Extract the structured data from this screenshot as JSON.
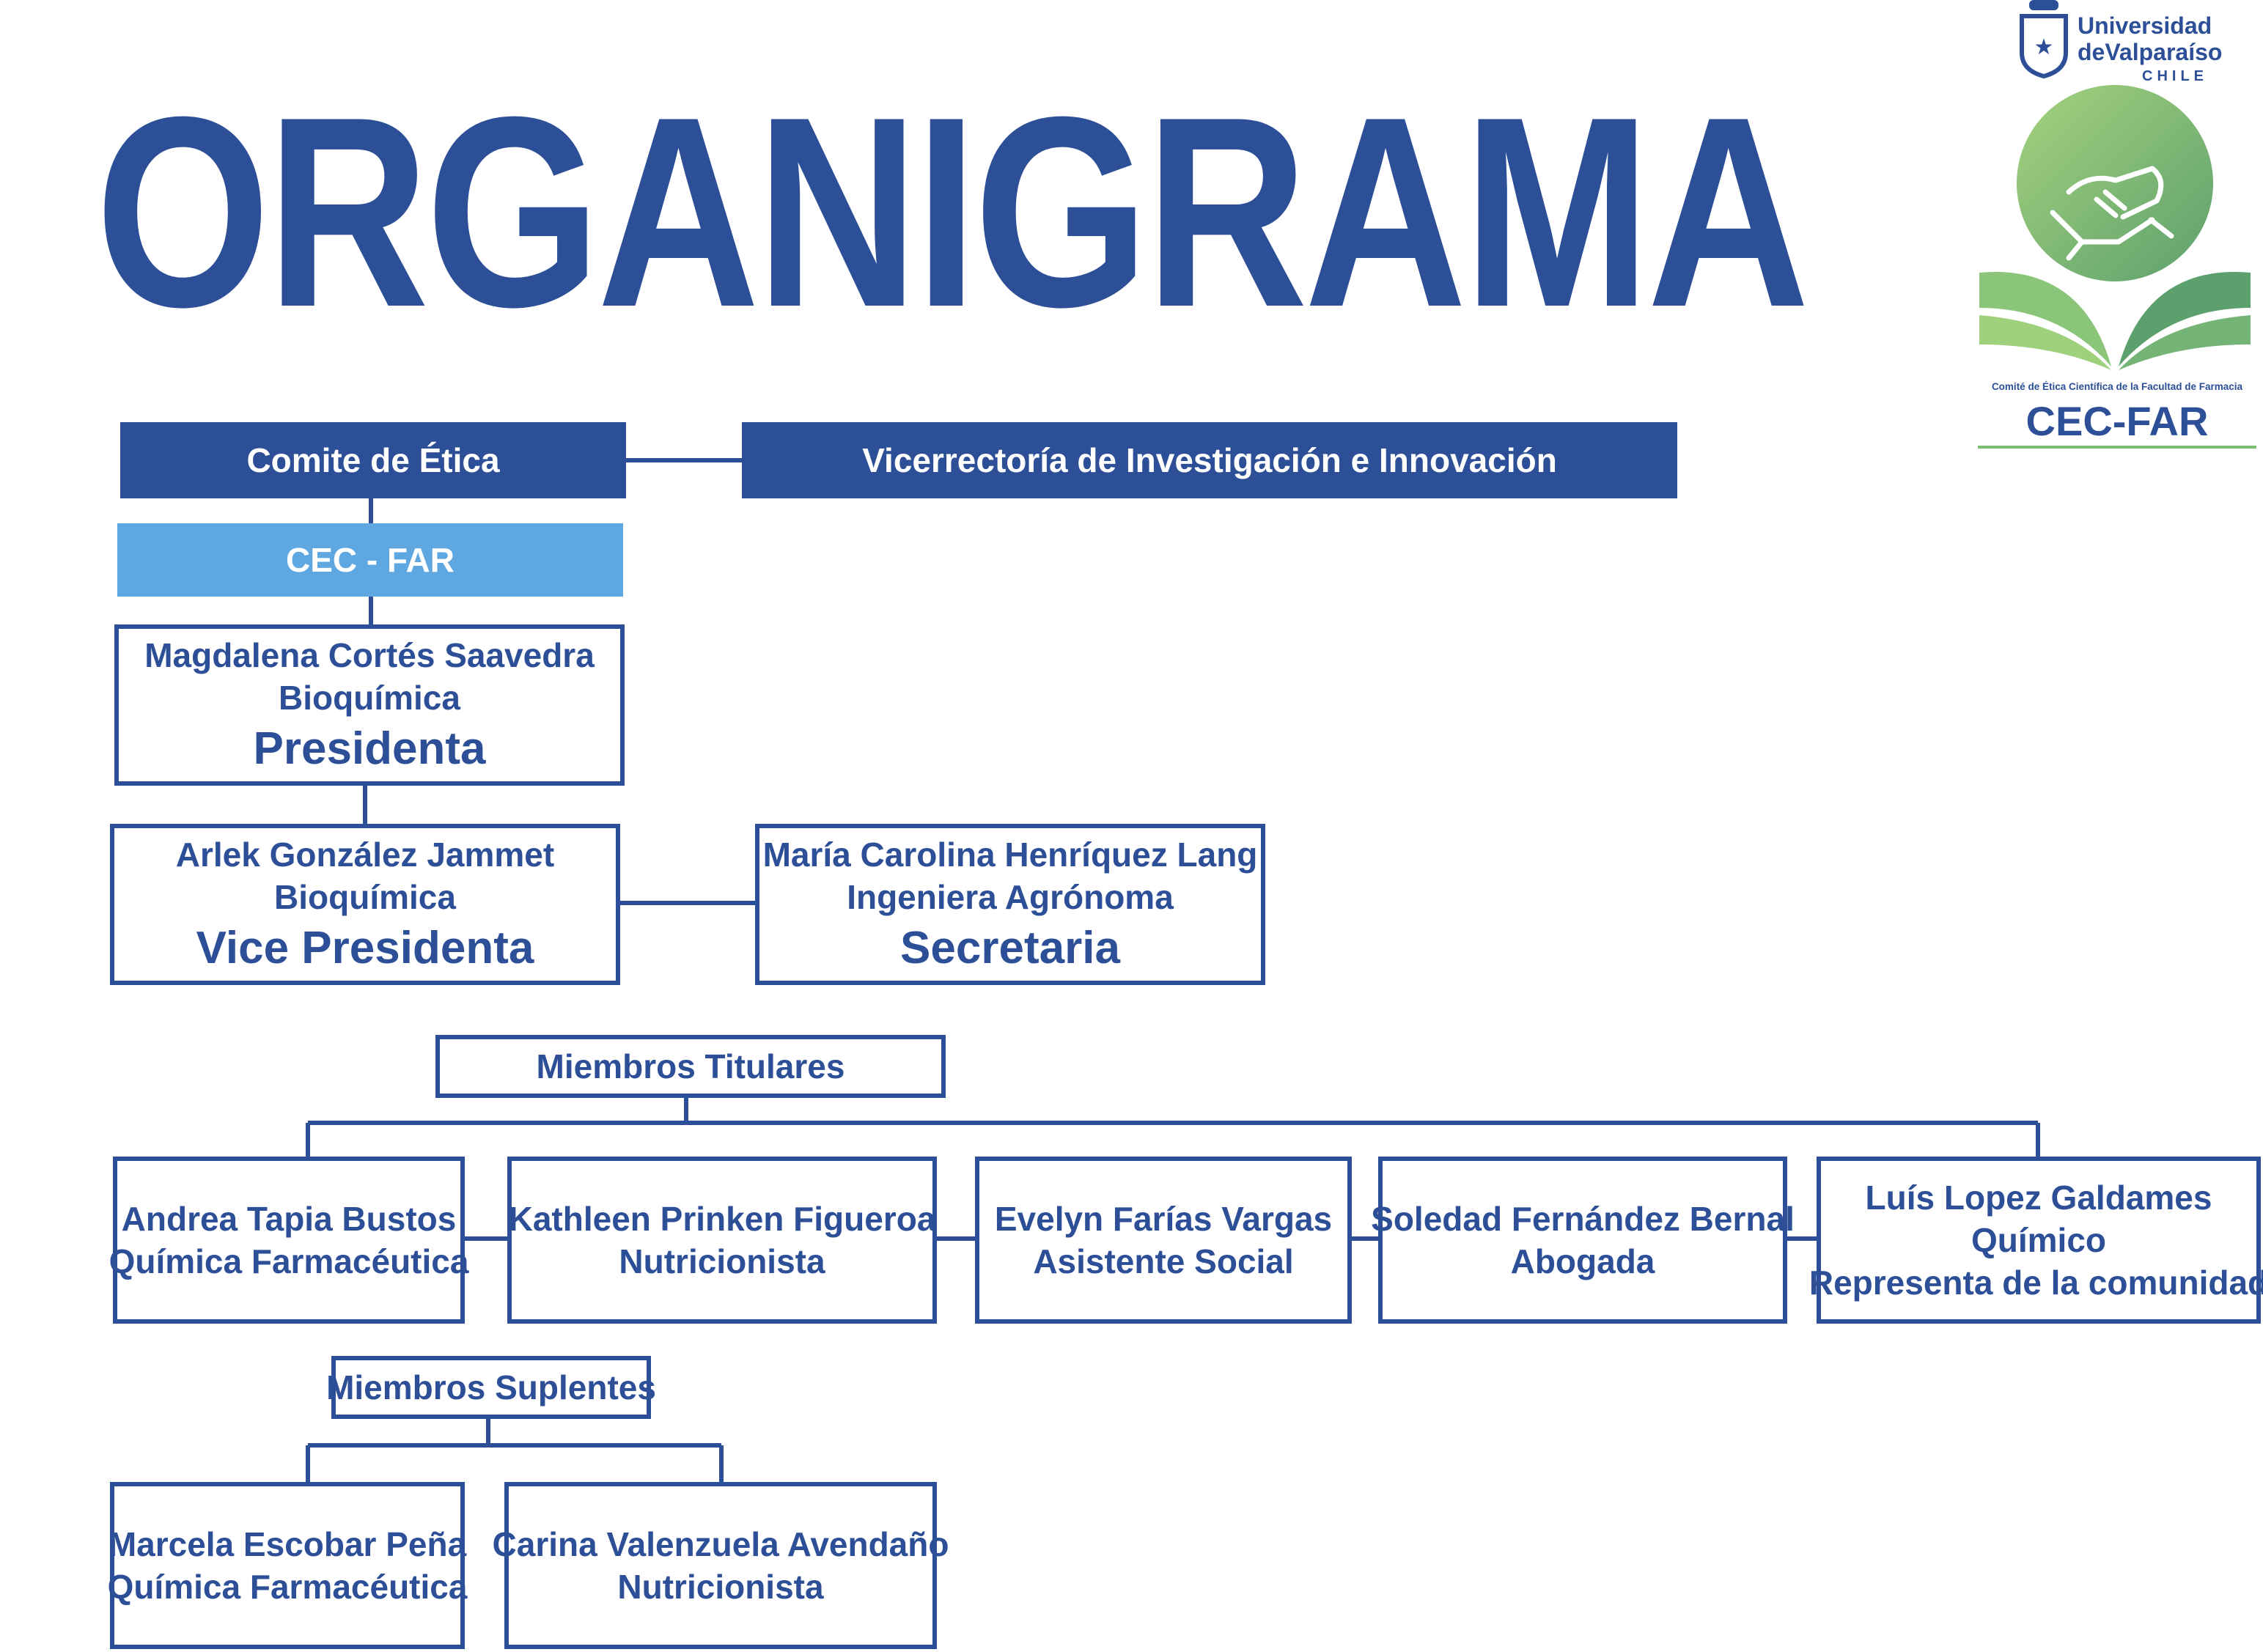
{
  "title": "ORGANIGRAMA",
  "logo": {
    "university_line1": "Universidad",
    "university_line2": "deValparaíso",
    "university_line3": "CHILE",
    "committee_full": "Comité de  Ética Científica de la Facultad de Farmacia",
    "committee_short": "CEC-FAR",
    "colors": {
      "green_light": "#9fd07c",
      "green_dark": "#5ca06d",
      "blue": "#2c4f97"
    }
  },
  "header": {
    "comite": "Comite de Ética",
    "vicerrectoria": "Vicerrectoría de Investigación e Innovación",
    "cec_far": "CEC - FAR"
  },
  "presidenta": {
    "name": "Magdalena Cortés Saavedra",
    "profession": "Bioquímica",
    "role": "Presidenta"
  },
  "vicepresidenta": {
    "name": "Arlek González Jammet",
    "profession": "Bioquímica",
    "role": "Vice Presidenta"
  },
  "secretaria": {
    "name": "María Carolina Henríquez Lang",
    "profession": "Ingeniera Agrónoma",
    "role": "Secretaria"
  },
  "titulares": {
    "label": "Miembros Titulares",
    "members": [
      {
        "name": "Andrea Tapia Bustos",
        "profession": "Química Farmacéutica"
      },
      {
        "name": "Kathleen Prinken Figueroa",
        "profession": "Nutricionista"
      },
      {
        "name": "Evelyn Farías Vargas",
        "profession": "Asistente Social"
      },
      {
        "name": "Soledad Fernández Bernal",
        "profession": "Abogada"
      },
      {
        "name": "Luís Lopez Galdames",
        "profession": "Químico",
        "extra": "Representa de la comunidad"
      }
    ]
  },
  "suplentes": {
    "label": "Miembros Suplentes",
    "members": [
      {
        "name": "Marcela Escobar Peña",
        "profession": "Química Farmacéutica"
      },
      {
        "name": "Carina Valenzuela Avendaño",
        "profession": "Nutricionista"
      }
    ]
  },
  "colors": {
    "primary": "#2c4f97",
    "secondary": "#5fa7e0"
  }
}
